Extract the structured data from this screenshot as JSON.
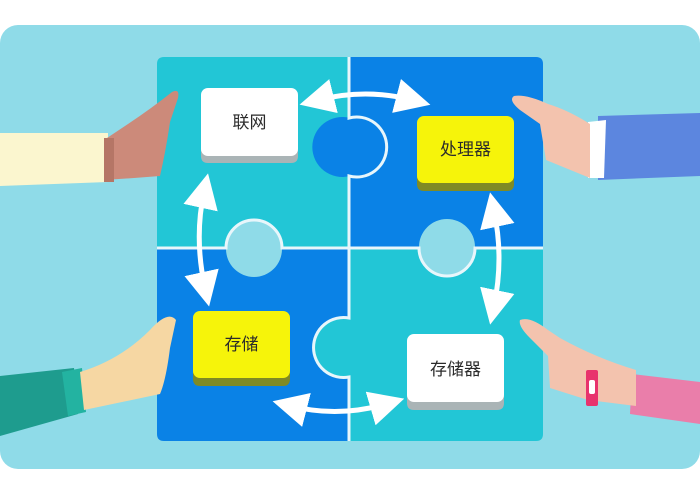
{
  "colors": {
    "background_panel": "#8fdbe8",
    "piece_cyan": "#22c6d6",
    "piece_blue": "#0a82e6",
    "seam": "#e8f6fb",
    "button_white": "#ffffff",
    "button_yellow": "#f6f40a",
    "arrow": "#ffffff"
  },
  "tiles": {
    "networking": "联网",
    "processor": "处理器",
    "storage": "存储",
    "memory": "存储器"
  },
  "icons": {
    "hands": "hand-icon",
    "arrows": "double-arrow-icon"
  }
}
